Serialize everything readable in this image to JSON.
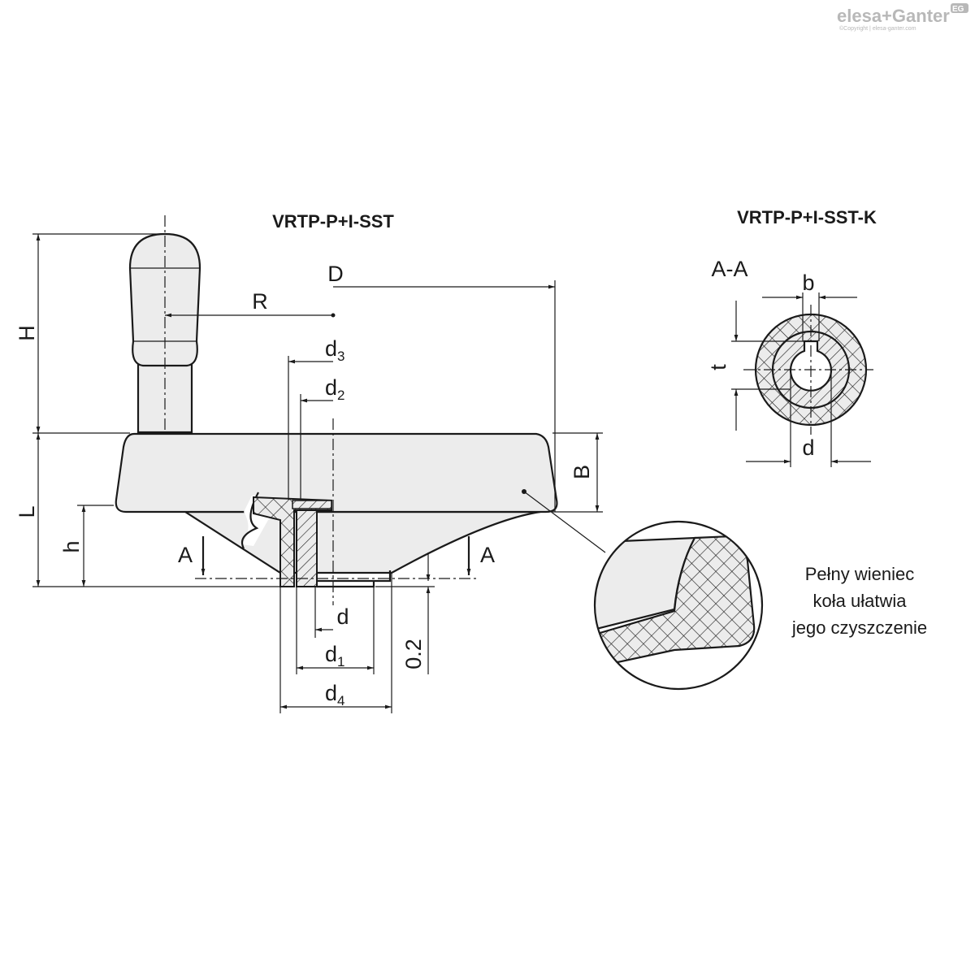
{
  "logo": {
    "brand": "elesa+Ganter",
    "copyright": "©Copyright | elesa-ganter.com",
    "badge": "EG"
  },
  "titles": {
    "main_view": "VRTP-P+I-SST",
    "section_view": "VRTP-P+I-SST-K"
  },
  "dimensions": {
    "H": "H",
    "L": "L",
    "h": "h",
    "B": "B",
    "D": "D",
    "R": "R",
    "d3": "d",
    "d3_sub": "3",
    "d2": "d",
    "d2_sub": "2",
    "d": "d",
    "d1": "d",
    "d1_sub": "1",
    "d4": "d",
    "d4_sub": "4",
    "gap": "0.2",
    "section_left": "A",
    "section_right": "A"
  },
  "section": {
    "label": "A-A",
    "b": "b",
    "t": "t",
    "d": "d"
  },
  "note": {
    "line1": "Pełny wieniec",
    "line2": "koła ułatwia",
    "line3": "jego czyszczenie"
  }
}
